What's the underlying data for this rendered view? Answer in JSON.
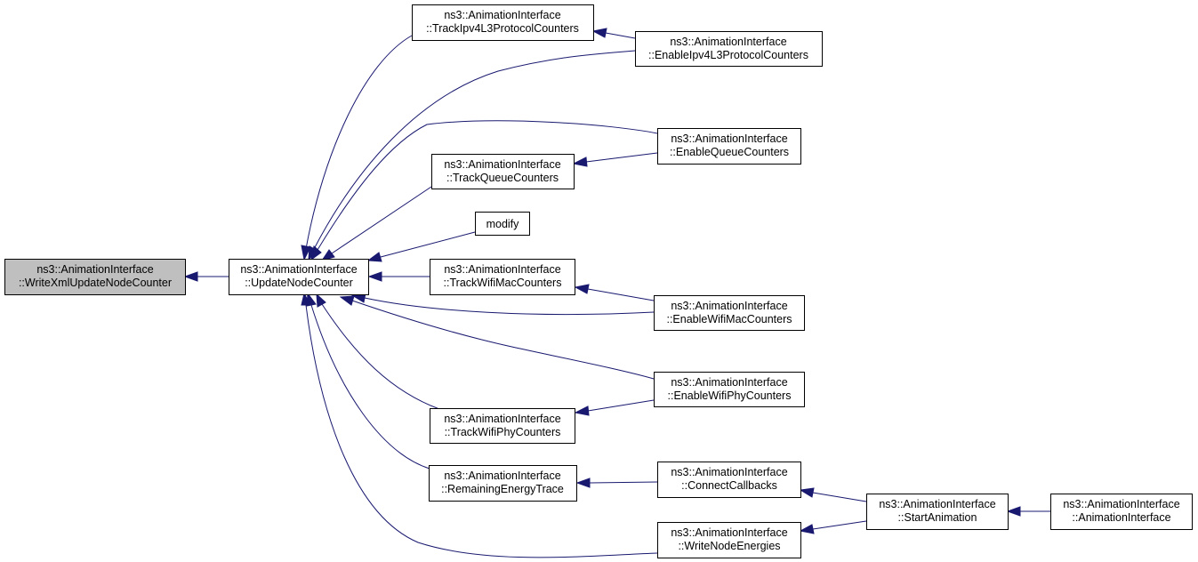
{
  "nodes": {
    "write_xml_update_node_counter": {
      "line1": "ns3::AnimationInterface",
      "line2": "::WriteXmlUpdateNodeCounter"
    },
    "update_node_counter": {
      "line1": "ns3::AnimationInterface",
      "line2": "::UpdateNodeCounter"
    },
    "track_ipv4_l3_protocol_counters": {
      "line1": "ns3::AnimationInterface",
      "line2": "::TrackIpv4L3ProtocolCounters"
    },
    "enable_ipv4_l3_protocol_counters": {
      "line1": "ns3::AnimationInterface",
      "line2": "::EnableIpv4L3ProtocolCounters"
    },
    "enable_queue_counters": {
      "line1": "ns3::AnimationInterface",
      "line2": "::EnableQueueCounters"
    },
    "track_queue_counters": {
      "line1": "ns3::AnimationInterface",
      "line2": "::TrackQueueCounters"
    },
    "modify": {
      "line1": "modify"
    },
    "track_wifi_mac_counters": {
      "line1": "ns3::AnimationInterface",
      "line2": "::TrackWifiMacCounters"
    },
    "enable_wifi_mac_counters": {
      "line1": "ns3::AnimationInterface",
      "line2": "::EnableWifiMacCounters"
    },
    "enable_wifi_phy_counters": {
      "line1": "ns3::AnimationInterface",
      "line2": "::EnableWifiPhyCounters"
    },
    "track_wifi_phy_counters": {
      "line1": "ns3::AnimationInterface",
      "line2": "::TrackWifiPhyCounters"
    },
    "connect_callbacks": {
      "line1": "ns3::AnimationInterface",
      "line2": "::ConnectCallbacks"
    },
    "remaining_energy_trace": {
      "line1": "ns3::AnimationInterface",
      "line2": "::RemainingEnergyTrace"
    },
    "start_animation": {
      "line1": "ns3::AnimationInterface",
      "line2": "::StartAnimation"
    },
    "animation_interface": {
      "line1": "ns3::AnimationInterface",
      "line2": "::AnimationInterface"
    },
    "write_node_energies": {
      "line1": "ns3::AnimationInterface",
      "line2": "::WriteNodeEnergies"
    }
  },
  "colors": {
    "edge": "#191970",
    "focus_fill": "#bfbfbf",
    "node_fill": "#ffffff",
    "node_border": "#000000"
  }
}
